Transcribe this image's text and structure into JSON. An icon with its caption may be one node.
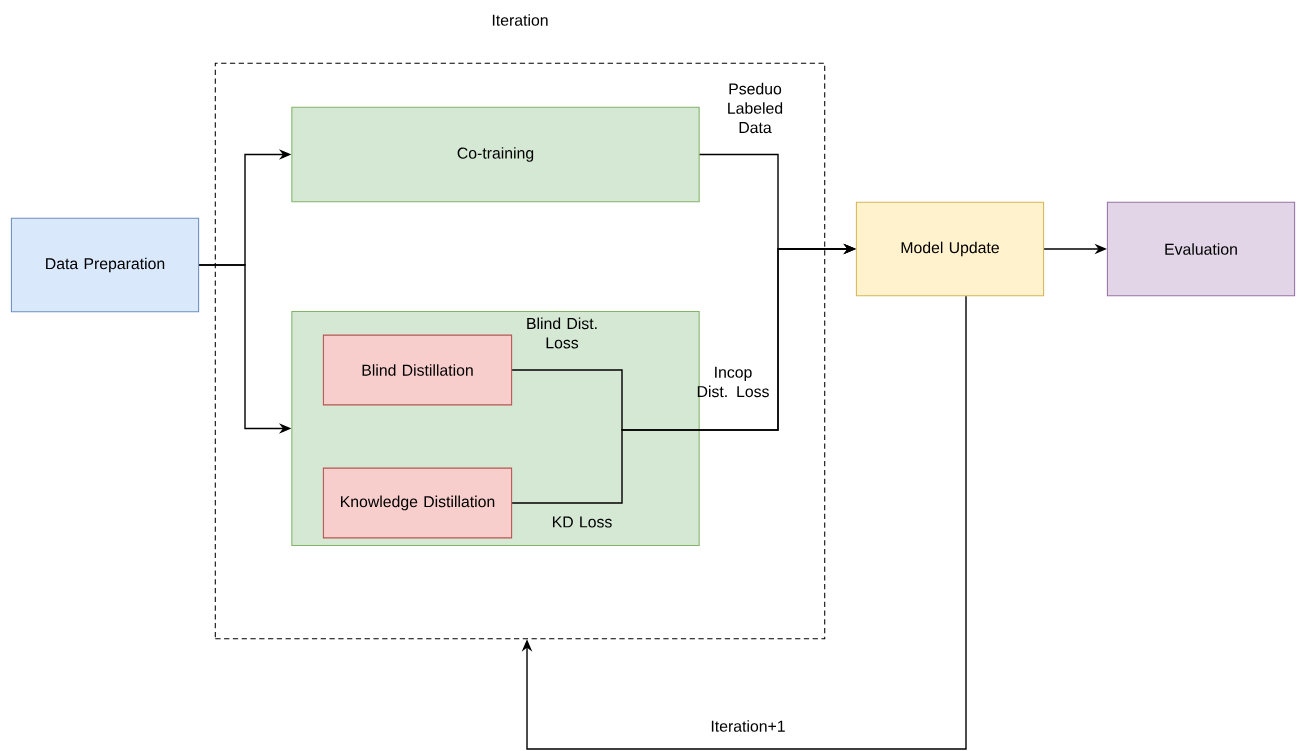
{
  "diagram": {
    "nodes": [
      {
        "text": [
          "Data Preparation"
        ]
      },
      {
        "text": [
          "Iteration"
        ]
      },
      {
        "text": [
          "Co-training"
        ],
        "in": 1
      },
      {
        "text": [],
        "shape": "box",
        "in": 1
      },
      {
        "text": [
          "Blind Distillation"
        ],
        "in": 3
      },
      {
        "text": [
          "Knowledge Distillation"
        ],
        "in": 3
      },
      {
        "text": [
          "Model Update"
        ]
      },
      {
        "text": [
          "Evaluation"
        ]
      }
    ],
    "edges": [
      {
        "from": 0,
        "to": 2,
        "arrow": "to"
      },
      {
        "from": 0,
        "to": 3,
        "arrow": "to"
      },
      {
        "from": 2,
        "to": 6,
        "arrow": "to",
        "label": "Pseduo Labeled Data"
      },
      {
        "from": 4,
        "to": 6,
        "arrow": "to",
        "label": "Blind Dist. Loss"
      },
      {
        "from": 5,
        "to": 6,
        "arrow": "to",
        "label": "KD Loss"
      },
      {
        "from": 6,
        "to": 7,
        "arrow": "to"
      },
      {
        "from": 6,
        "to": 1,
        "arrow": "to",
        "label": "Iteration+1"
      }
    ],
    "labels": [
      "Incop Dist. Loss"
    ]
  }
}
